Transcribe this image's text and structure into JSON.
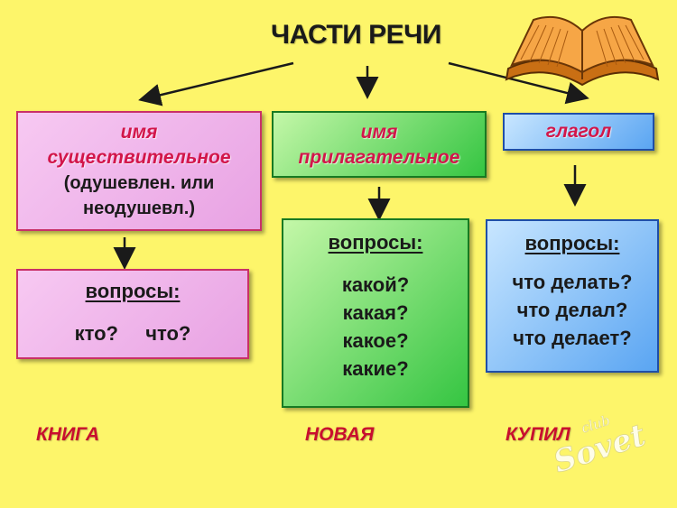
{
  "title": "ЧАСТИ РЕЧИ",
  "categories": [
    {
      "name_line1": "имя",
      "name_line2": "существительное",
      "note_line1": "(одушевлен. или",
      "note_line2": "неодушевл.)"
    },
    {
      "name_line1": "имя",
      "name_line2": "прилагательное"
    },
    {
      "name_line1": "глагол"
    }
  ],
  "questions": [
    {
      "heading": "вопросы:",
      "items": [
        "кто?",
        "что?"
      ]
    },
    {
      "heading": "вопросы:",
      "items": [
        "какой?",
        "какая?",
        "какое?",
        "какие?"
      ]
    },
    {
      "heading": "вопросы:",
      "items": [
        "что делать?",
        "что делал?",
        "что делает?"
      ]
    }
  ],
  "examples": [
    "КНИГА",
    "НОВАЯ",
    "КУПИЛ"
  ],
  "watermark": "club Sovet",
  "colors": {
    "background": "#fdf56a",
    "category_text": "#d2164a",
    "example_text": "#c80f2e",
    "pink_box": "#eab0e6",
    "green_box": "#5fd45a",
    "blue_box": "#8ec5fb"
  }
}
